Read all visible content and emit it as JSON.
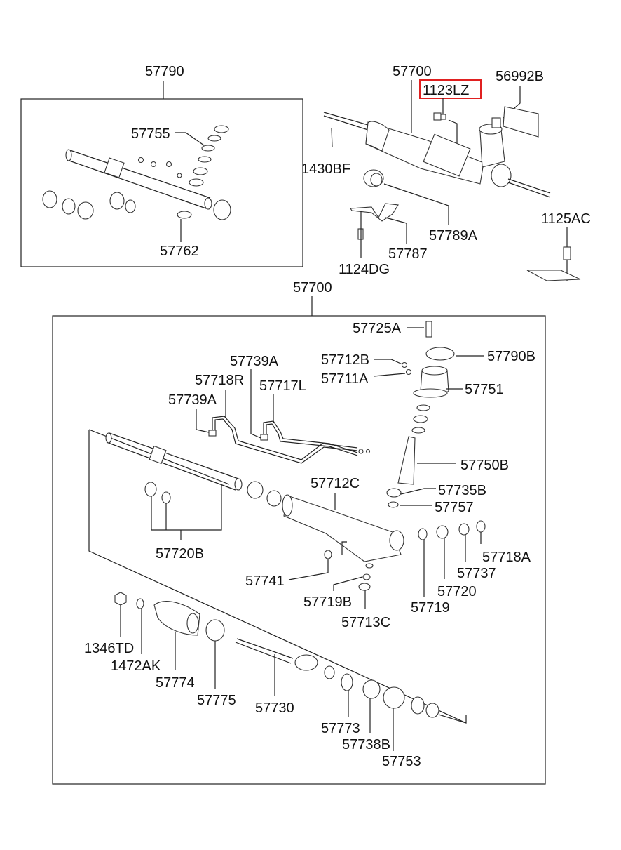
{
  "diagram": {
    "title": "Power steering gear box parts diagram",
    "highlight_color": "#e02020",
    "highlighted_part": "1123LZ",
    "top_left_group": {
      "label": "57790",
      "parts": [
        "57755",
        "57762"
      ]
    },
    "top_right_group": {
      "assembly": "57700",
      "parts": [
        "1123LZ",
        "56992B",
        "1430BF",
        "57789A",
        "57787",
        "1124DG",
        "1125AC"
      ]
    },
    "bottom_group": {
      "label": "57700",
      "parts": [
        "57725A",
        "57790B",
        "57712B",
        "57711A",
        "57751",
        "57739A",
        "57718R",
        "57717L",
        "57739A",
        "57750B",
        "57735B",
        "57757",
        "57712C",
        "57720B",
        "57718A",
        "57737",
        "57720",
        "57719",
        "57741",
        "57719B",
        "57713C",
        "1346TD",
        "1472AK",
        "57774",
        "57775",
        "57730",
        "57773",
        "57738B",
        "57753"
      ]
    }
  }
}
